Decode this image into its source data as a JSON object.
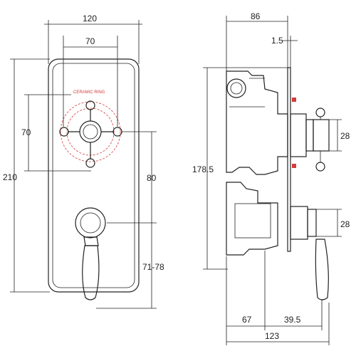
{
  "front_view": {
    "width_label": "120",
    "inner_width_label": "70",
    "height_label": "210",
    "handle_spacing_label": "70",
    "center_spacing_label": "80",
    "depth_range_label": "71-78",
    "ring_label": "CERAMIC RING"
  },
  "side_view": {
    "top_width_label": "86",
    "plate_label": "1.5",
    "height_label": "178.5",
    "upper_spindle_label": "28",
    "lower_spindle_label": "28",
    "body_depth_label": "67",
    "spindle_depth_label": "39.5",
    "overall_depth_label": "123"
  },
  "colors": {
    "line": "#222222",
    "ring": "#d43a3a"
  }
}
